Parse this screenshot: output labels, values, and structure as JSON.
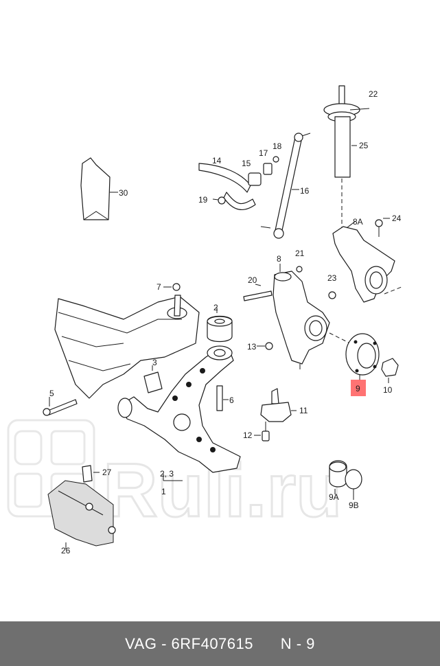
{
  "labels": {
    "l22": "22",
    "l25": "25",
    "l14": "14",
    "l17": "17",
    "l18": "18",
    "l15": "15",
    "l16": "16",
    "l19": "19",
    "l30": "30",
    "l8A": "8A",
    "l24": "24",
    "l8": "8",
    "l21": "21",
    "l20": "20",
    "l23": "23",
    "l7": "7",
    "l2": "2",
    "l3": "3",
    "l13": "13",
    "l5": "5",
    "l6": "6",
    "l9": "9",
    "l10": "10",
    "l11": "11",
    "l12": "12",
    "l27": "27",
    "l23b": "2, 3",
    "l1": "1",
    "l9A": "9A",
    "l9B": "9B",
    "l26": "26"
  },
  "highlight_color": "#ff5a5a",
  "watermark": {
    "text": "Ruli.ru"
  },
  "footer": {
    "brand": "VAG",
    "separator": " - ",
    "part_number": "6RF407615",
    "position": "N - 9"
  }
}
